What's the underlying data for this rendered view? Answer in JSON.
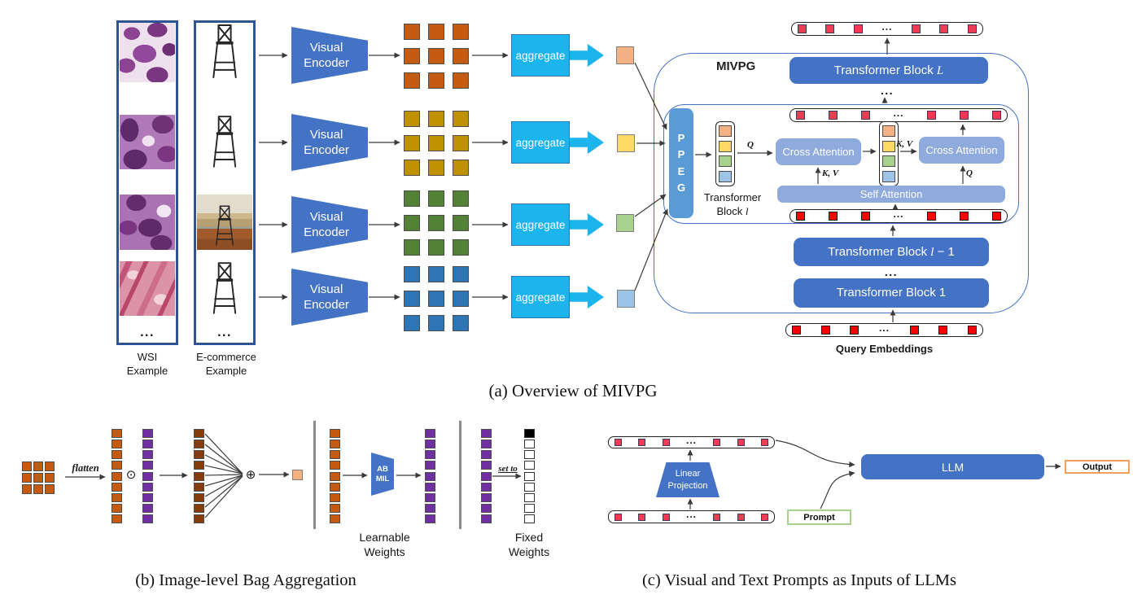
{
  "dots": "...",
  "panel_a": {
    "caption": "(a) Overview of MIVPG",
    "wsi_column": {
      "line1": "WSI",
      "line2": "Example"
    },
    "ecom_column": {
      "line1": "E-commerce",
      "line2": "Example"
    },
    "visual_encoder": {
      "line1": "Visual",
      "line2": "Encoder"
    },
    "aggregate": "aggregate",
    "mivpg": "MIVPG",
    "ppeg": [
      "P",
      "P",
      "E",
      "G"
    ],
    "block_L": {
      "prefix": "Transformer Block ",
      "var": "L",
      "suffix": ""
    },
    "block_l1": {
      "prefix": "Transformer Block ",
      "var": "l",
      "suffix": " − 1"
    },
    "block_1": {
      "prefix": "Transformer Block 1",
      "var": "",
      "suffix": ""
    },
    "block_l_side": {
      "line1": "Transformer",
      "line2_prefix": "Block ",
      "var": "l"
    },
    "cross_attention": "Cross Attention",
    "self_attention": "Self Attention",
    "query_embeddings": "Query Embeddings",
    "q": "Q",
    "kv": "K, V"
  },
  "panel_b": {
    "caption": "(b) Image-level Bag Aggregation",
    "flatten": "flatten",
    "odot": "⊙",
    "oplus": "⊕",
    "ab_mil": {
      "line1": "AB",
      "line2": "MIL"
    },
    "learnable": {
      "line1": "Learnable",
      "line2": "Weights"
    },
    "set_to": "set to",
    "fixed": {
      "line1": "Fixed",
      "line2": "Weights"
    }
  },
  "panel_c": {
    "caption": "(c) Visual and Text Prompts as Inputs of LLMs",
    "linear_projection": {
      "line1": "Linear",
      "line2": "Projection"
    },
    "llm": "LLM",
    "prompt": "Prompt",
    "output": "Output"
  },
  "colors": {
    "block_blue": "#4472C4",
    "ppeg_blue": "#5B9BD5",
    "attention_blue": "#8FAADC",
    "aggregate_cyan": "#1CB4EC",
    "grid_orange": "#C55A11",
    "grid_gold": "#BF9000",
    "grid_green": "#538135",
    "grid_blue": "#2E75B6",
    "single_orange": "#F4B183",
    "single_yellow": "#FFD966",
    "single_green": "#A9D18E",
    "single_blue": "#9DC3E6",
    "crimson_token": "#F03B55",
    "red_token": "#FF0000",
    "purple_token": "#7030A0",
    "brown_token": "#843C0C",
    "column_border": "#2F5496",
    "prompt_border": "#A9D18E",
    "output_border": "#F0A05A"
  },
  "token_sets": {
    "grid_orange": {
      "count": 9,
      "color": "#C55A11",
      "border": "#4d4d4d"
    },
    "grid_gold": {
      "count": 9,
      "color": "#BF9000",
      "border": "#4d4d4d"
    },
    "grid_green": {
      "count": 9,
      "color": "#538135",
      "border": "#4d4d4d"
    },
    "grid_blue": {
      "count": 9,
      "color": "#2E75B6",
      "border": "#4d4d4d"
    },
    "stack": {
      "colors": [
        "#F4B183",
        "#FFD966",
        "#A9D18E",
        "#9DC3E6"
      ],
      "border": "#4d4d4d"
    },
    "row_crimson": {
      "count": 6,
      "color": "#F03B55",
      "border": "#44355B",
      "dots_at": 3
    },
    "row_red": {
      "count": 6,
      "color": "#FF0000",
      "border": "#1a1a1a",
      "dots_at": 3
    },
    "col_orange": {
      "count": 9,
      "color": "#C55A11",
      "border": "#4d4d4d"
    },
    "col_purple": {
      "count": 9,
      "color": "#7030A0",
      "border": "#4d4d4d"
    },
    "col_brown": {
      "count": 9,
      "color": "#843C0C",
      "border": "#4d4d4d"
    },
    "col_fixed": {
      "colors": [
        "#000000",
        "#FFFFFF",
        "#FFFFFF",
        "#FFFFFF",
        "#FFFFFF",
        "#FFFFFF",
        "#FFFFFF",
        "#FFFFFF",
        "#FFFFFF"
      ],
      "border": "#333333"
    },
    "grid_b": {
      "count": 9,
      "color": "#C55A11",
      "border": "#4d4d4d"
    }
  }
}
